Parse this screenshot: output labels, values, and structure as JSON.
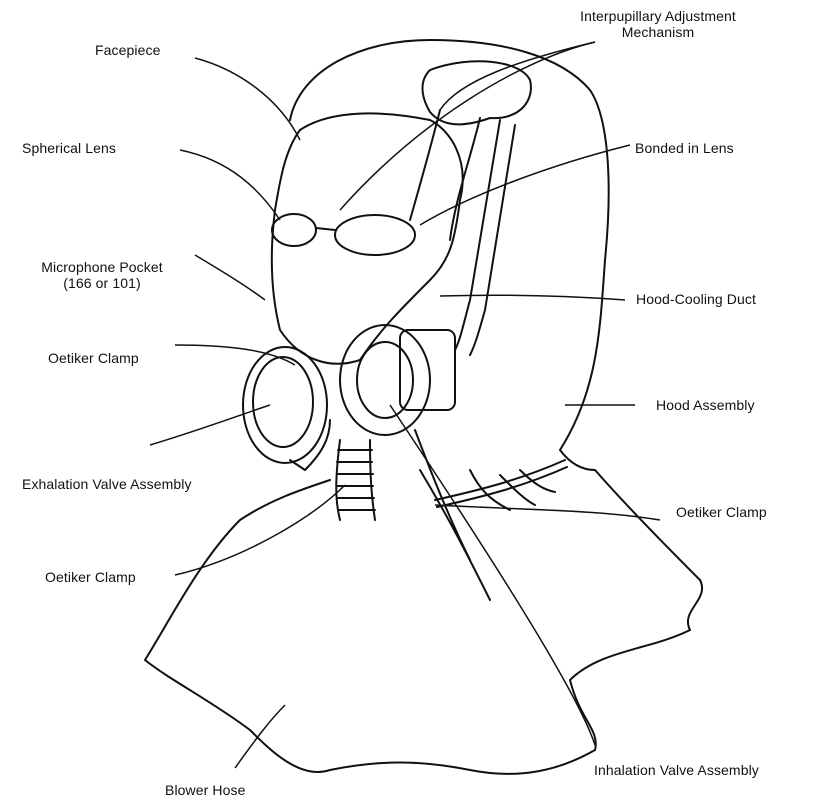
{
  "labels": {
    "facepiece": "Facepiece",
    "interpupillary_1": "Interpupillary Adjustment",
    "interpupillary_2": "Mechanism",
    "spherical_lens": "Spherical Lens",
    "bonded_in_lens": "Bonded in Lens",
    "microphone_pocket_1": "Microphone Pocket",
    "microphone_pocket_2": "(166 or 101)",
    "hood_cooling_duct": "Hood-Cooling Duct",
    "oetiker_clamp_left_upper": "Oetiker Clamp",
    "hood_assembly": "Hood Assembly",
    "exhalation_valve_assembly": "Exhalation Valve Assembly",
    "oetiker_clamp_right": "Oetiker Clamp",
    "oetiker_clamp_left_lower": "Oetiker Clamp",
    "inhalation_valve_assembly": "Inhalation Valve Assembly",
    "blower_hose": "Blower Hose"
  }
}
